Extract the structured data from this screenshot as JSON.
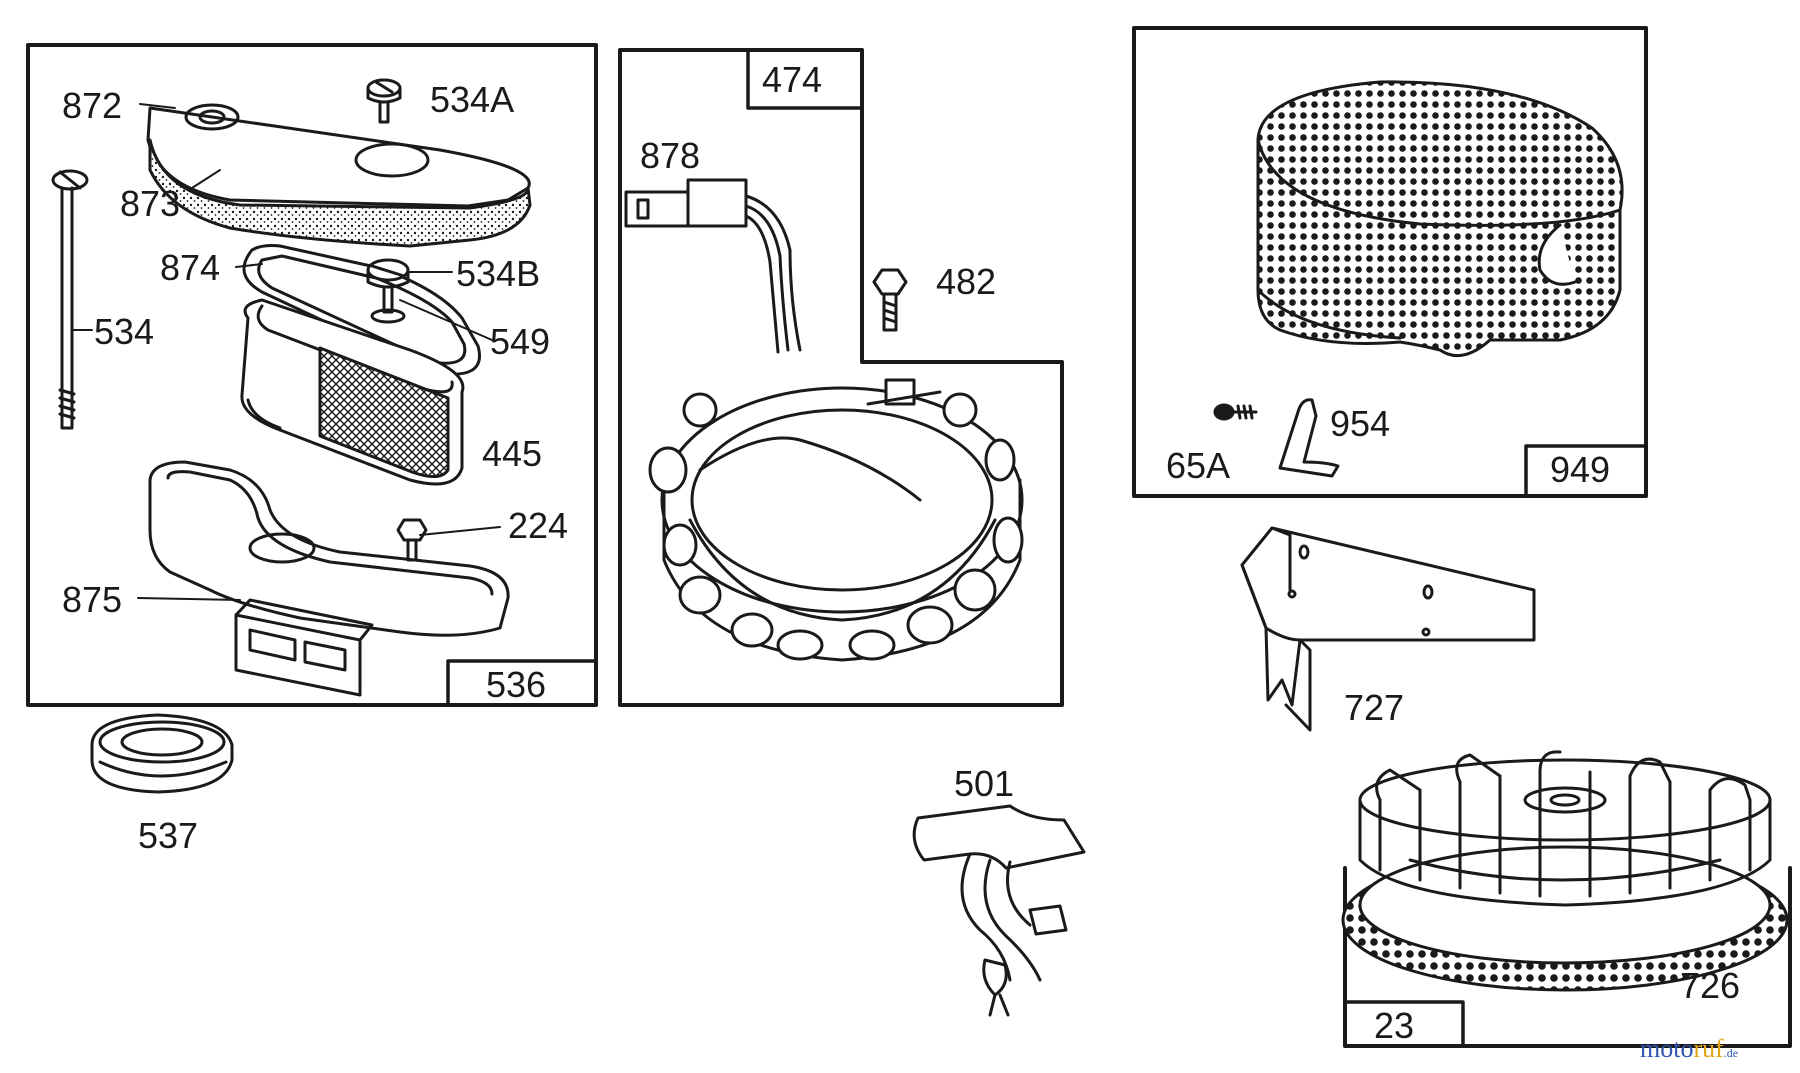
{
  "diagram": {
    "panels": {
      "p536": "536",
      "p474": "474",
      "p949": "949",
      "p23": "23"
    },
    "parts": {
      "p872": "872",
      "p534a": "534A",
      "p873": "873",
      "p874": "874",
      "p534b": "534B",
      "p534": "534",
      "p549": "549",
      "p445": "445",
      "p224": "224",
      "p875": "875",
      "p537": "537",
      "p878": "878",
      "p482": "482",
      "p954": "954",
      "p65a": "65A",
      "p727": "727",
      "p501": "501",
      "p726": "726"
    }
  },
  "watermark": {
    "part1": "moto",
    "part2": "ruf",
    "suffix": ".de"
  },
  "colors": {
    "line": "#1a1a1a",
    "watermark_blue": "#2f56b0",
    "watermark_orange": "#e2a516"
  }
}
